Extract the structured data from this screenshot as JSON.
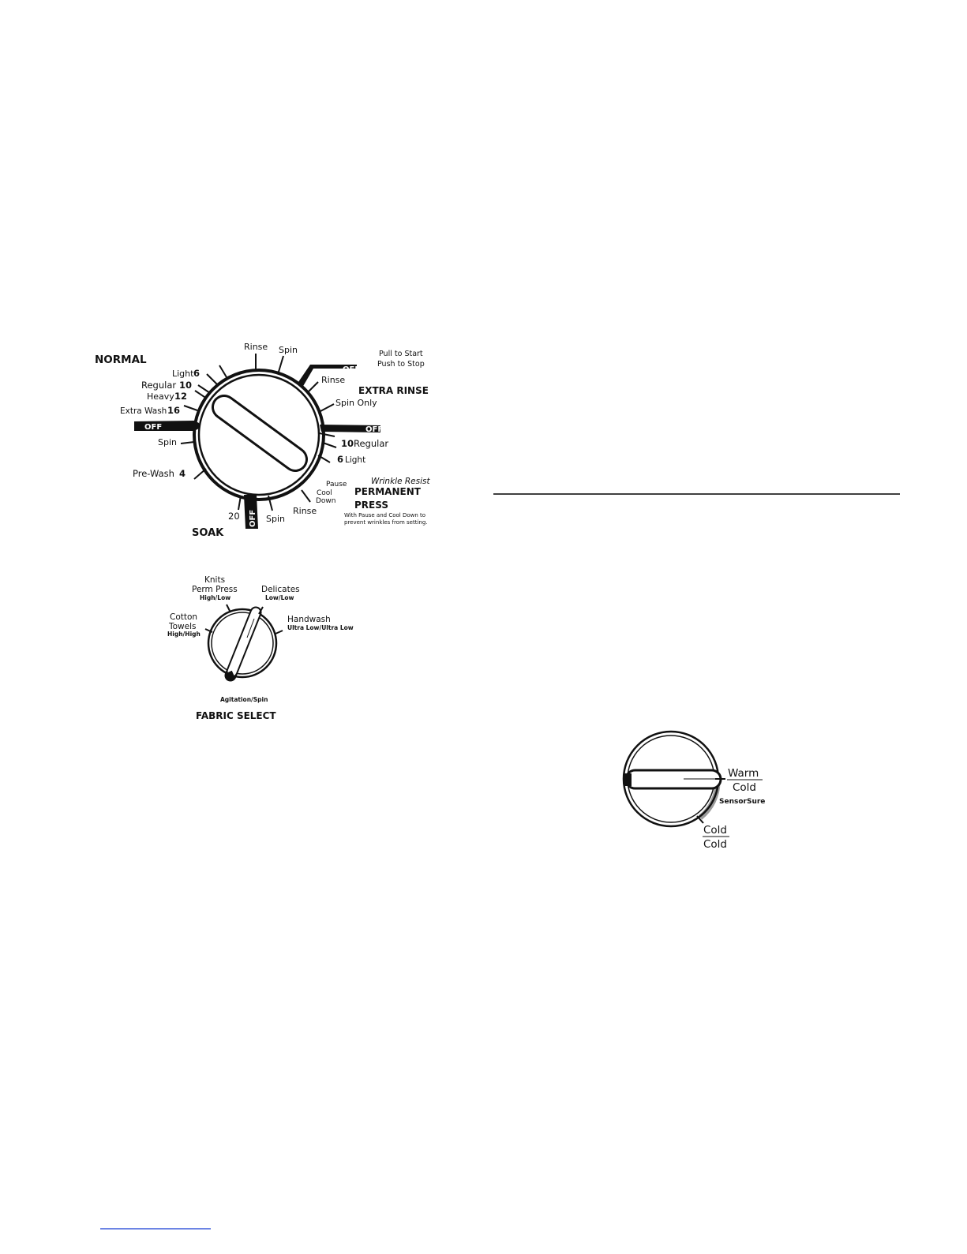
{
  "cycle_dial": {
    "normal": {
      "heading": "NORMAL",
      "light": "Light",
      "light_num": "6",
      "regular": "Regular",
      "regular_num": "10",
      "heavy": "Heavy",
      "heavy_num": "12",
      "extra_wash": "Extra Wash",
      "extra_wash_num": "16",
      "off": "OFF",
      "spin": "Spin",
      "prewash": "Pre-Wash",
      "prewash_num": "4"
    },
    "top": {
      "rinse": "Rinse",
      "spin": "Spin"
    },
    "start_off": "OFF",
    "pull_to_start": "Pull to Start",
    "push_to_stop": "Push to Stop",
    "extra_rinse": {
      "rinse": "Rinse",
      "heading": "EXTRA RINSE",
      "spin_only": "Spin Only"
    },
    "perm_press": {
      "off": "OFF",
      "regular_num": "10",
      "regular": "Regular",
      "light_num": "6",
      "light": "Light",
      "pause": "Pause",
      "cool": "Cool",
      "down": "Down",
      "wrinkle_resist": "Wrinkle Resist",
      "heading_1": "PERMANENT",
      "heading_2": "PRESS",
      "note_1": "With Pause and Cool Down to",
      "note_2": "prevent wrinkles from setting.",
      "rinse": "Rinse",
      "spin": "Spin"
    },
    "soak": {
      "heading": "SOAK",
      "num": "20",
      "off": "OFF"
    }
  },
  "fabric_dial": {
    "heading": "FABRIC SELECT",
    "axis_label": "Agitation/Spin",
    "cotton_1": "Cotton",
    "cotton_2": "Towels",
    "cotton_sub": "High/High",
    "knits_1": "Knits",
    "knits_2": "Perm Press",
    "knits_sub": "High/Low",
    "delicates": "Delicates",
    "delicates_sub": "Low/Low",
    "handwash": "Handwash",
    "handwash_sub": "Ultra Low/Ultra Low"
  },
  "temp_dial": {
    "warm": "Warm",
    "cold_1": "Cold",
    "sensor": "SensorSure",
    "cold_2": "Cold",
    "cold_3": "Cold"
  },
  "colors": {
    "ink": "#111111",
    "arc_gray": "#9a9a9a",
    "rule": "#000000",
    "link": "#3b5bdb"
  }
}
